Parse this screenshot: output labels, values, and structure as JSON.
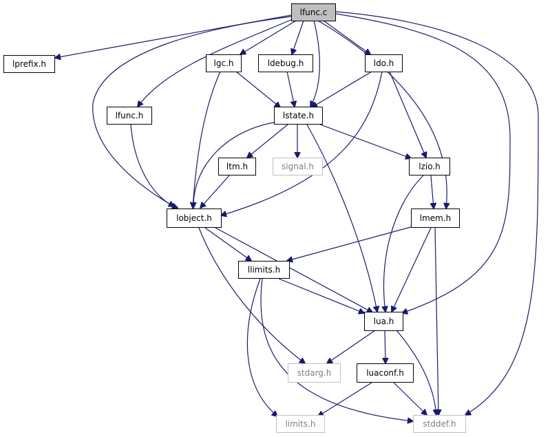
{
  "nodes": {
    "lfunc_c": "lfunc.c",
    "lprefix_h": "lprefix.h",
    "lgc_h": "lgc.h",
    "ldebug_h": "ldebug.h",
    "ldo_h": "ldo.h",
    "lfunc_h": "lfunc.h",
    "lstate_h": "lstate.h",
    "ltm_h": "ltm.h",
    "signal_h": "signal.h",
    "lzio_h": "lzio.h",
    "lobject_h": "lobject.h",
    "lmem_h": "lmem.h",
    "llimits_h": "llimits.h",
    "lua_h": "lua.h",
    "stdarg_h": "stdarg.h",
    "luaconf_h": "luaconf.h",
    "limits_h": "limits.h",
    "stddef_h": "stddef.h"
  },
  "colors": {
    "edge": "#191970",
    "root_fill": "#bfbfbf",
    "external_border": "#bfbfbf"
  }
}
